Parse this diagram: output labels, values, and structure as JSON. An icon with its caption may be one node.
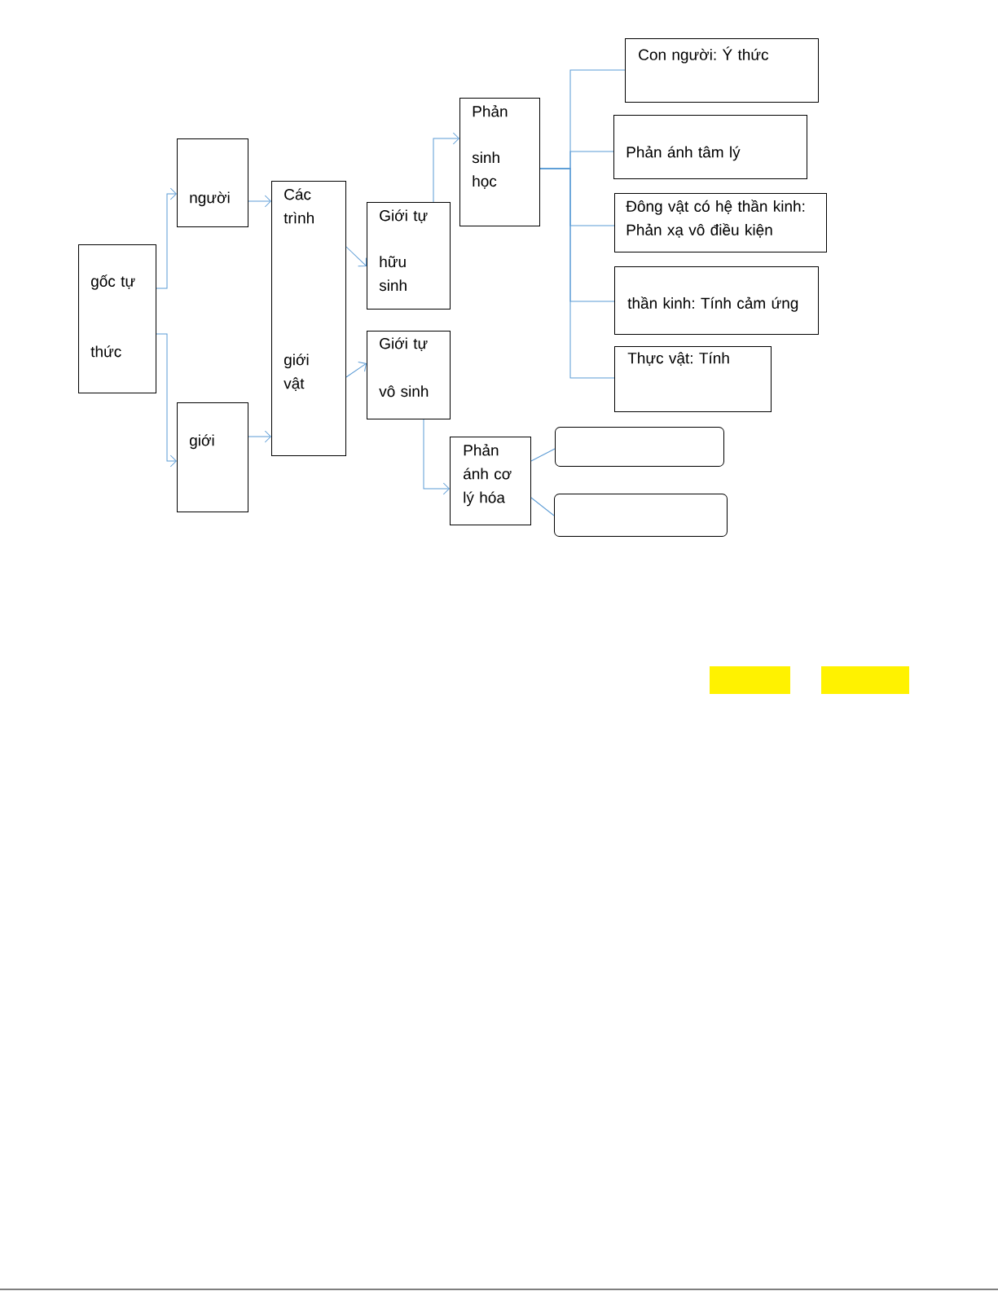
{
  "diagram": {
    "nodes": [
      {
        "text": [
          "gốc tự",
          "thức"
        ]
      },
      {
        "text": [
          "người"
        ]
      },
      {
        "text": [
          "giới"
        ]
      },
      {
        "text": [
          "Các trình",
          "giới vật"
        ]
      },
      {
        "text": [
          "Giới tự",
          "hữu sinh"
        ]
      },
      {
        "text": [
          "Giới tự",
          "vô sinh"
        ]
      },
      {
        "text": [
          "Phản",
          "sinh học"
        ]
      },
      {
        "text": [
          "Con người: Ý thức"
        ]
      },
      {
        "text": [
          "Phản ánh tâm lý"
        ]
      },
      {
        "text": [
          "Đông vật có hệ thần kinh: Phản xạ vô điều kiện"
        ]
      },
      {
        "text": [
          "thần kinh: Tính cảm ứng"
        ]
      },
      {
        "text": [
          "Thực vật: Tính"
        ]
      },
      {
        "text": [
          "Phản ánh cơ lý hóa"
        ]
      },
      {
        "text": [],
        "shape": "box"
      },
      {
        "text": [],
        "shape": "box"
      }
    ],
    "edges": [
      {
        "from": 0,
        "to": 1,
        "arrow": "to"
      },
      {
        "from": 0,
        "to": 2,
        "arrow": "to"
      },
      {
        "from": 1,
        "to": 3,
        "arrow": "to"
      },
      {
        "from": 2,
        "to": 3,
        "arrow": "to"
      },
      {
        "from": 3,
        "to": 4,
        "arrow": "to"
      },
      {
        "from": 3,
        "to": 5,
        "arrow": "to"
      },
      {
        "from": 4,
        "to": 6,
        "arrow": "to"
      },
      {
        "from": 5,
        "to": 12,
        "arrow": "to"
      },
      {
        "from": 6,
        "to": 7,
        "arrow": "none"
      },
      {
        "from": 6,
        "to": 8,
        "arrow": "none"
      },
      {
        "from": 6,
        "to": 9,
        "arrow": "none"
      },
      {
        "from": 6,
        "to": 10,
        "arrow": "none"
      },
      {
        "from": 6,
        "to": 11,
        "arrow": "none"
      },
      {
        "from": 12,
        "to": 13,
        "arrow": "none"
      },
      {
        "from": 12,
        "to": 14,
        "arrow": "none"
      }
    ]
  }
}
